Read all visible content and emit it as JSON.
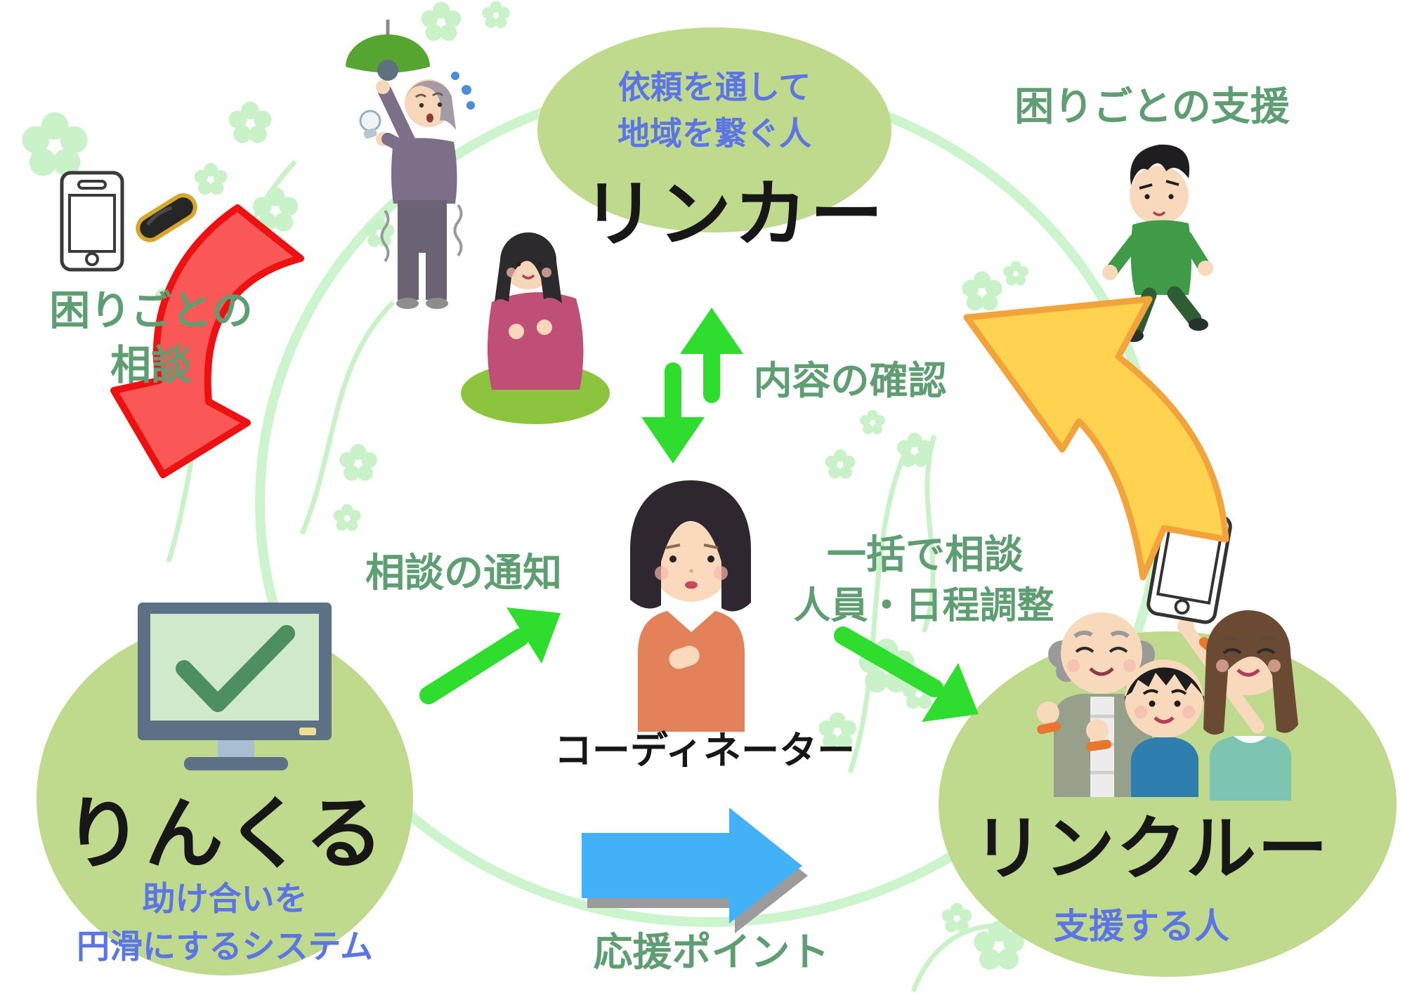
{
  "nodes": {
    "linker": {
      "subtitle1": "依頼を通して",
      "subtitle2": "地域を繋ぐ人",
      "title": "リンカー"
    },
    "rinkuru": {
      "title": "りんくる",
      "subtitle1": "助け合いを",
      "subtitle2": "円滑にするシステム"
    },
    "linkuru": {
      "title": "リンクルー",
      "subtitle": "支援する人"
    }
  },
  "labels": {
    "support": "困りごとの支援",
    "consult1": "困りごとの",
    "consult2": "相談",
    "notify": "相談の通知",
    "confirm": "内容の確認",
    "batch1": "一括で相談",
    "batch2": "人員・日程調整",
    "coordinator": "コーディネーター",
    "points": "応援ポイント"
  },
  "icons": {
    "smartphone": "smartphone-icon",
    "beacon": "beacon-icon",
    "monitor_check": "monitor-check-icon",
    "raised_smartphone": "raised-smartphone-icon",
    "lamp": "lamp-icon"
  },
  "colors": {
    "node_green": "#bfd98d",
    "text_green": "#5f9e72",
    "text_blue": "#5b74e6",
    "arrow_green": "#2edd2e",
    "arrow_red_fill": "#fa5757",
    "arrow_red_border": "#ee1111",
    "arrow_yellow_fill": "#ffd34f",
    "arrow_yellow_border": "#f2a33c",
    "arrow_blue": "#42b1f7",
    "ring_green": "#cdf5cd"
  }
}
